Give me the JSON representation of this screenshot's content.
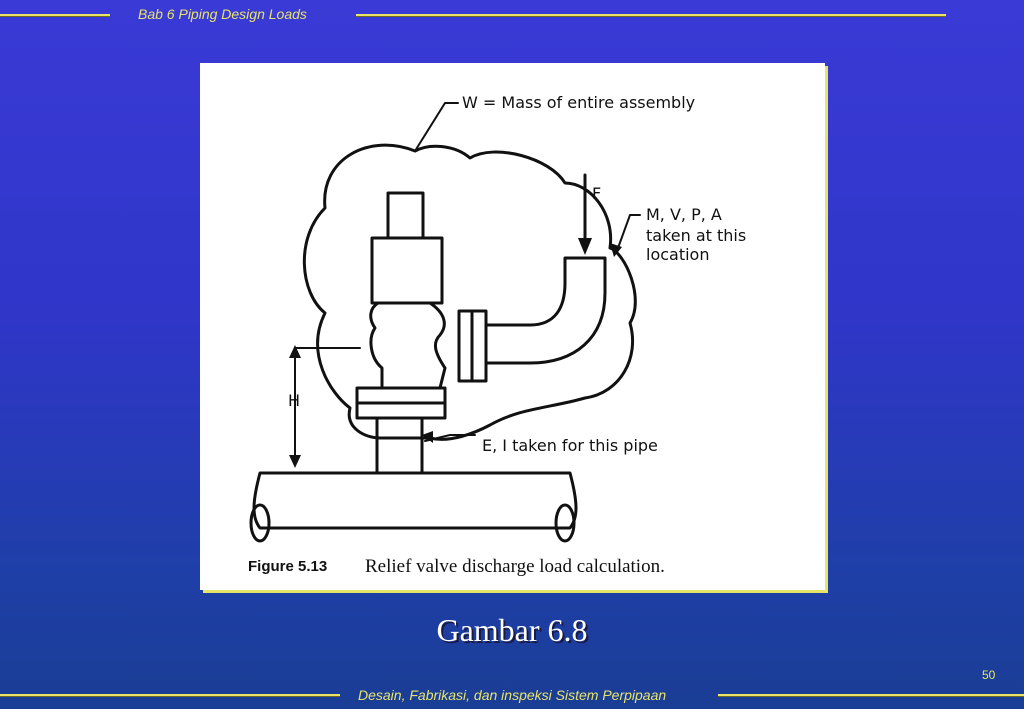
{
  "header": {
    "title": "Bab 6 Piping Design Loads"
  },
  "figure": {
    "label_w": "W = Mass of entire assembly",
    "label_f": "F",
    "label_mvpa_line1": "M, V, P, A",
    "label_mvpa_line2": "taken at this",
    "label_mvpa_line3": "location",
    "label_h": "H",
    "label_ei": "E, I taken for this pipe",
    "caption_number": "Figure 5.13",
    "caption_text": "Relief valve discharge load calculation."
  },
  "slide_caption": "Gambar 6.8",
  "footer": {
    "title": "Desain, Fabrikasi, dan inspeksi Sistem Perpipaan",
    "page_number": "50"
  },
  "colors": {
    "accent": "#e8e46a",
    "background": "#3338c8"
  }
}
